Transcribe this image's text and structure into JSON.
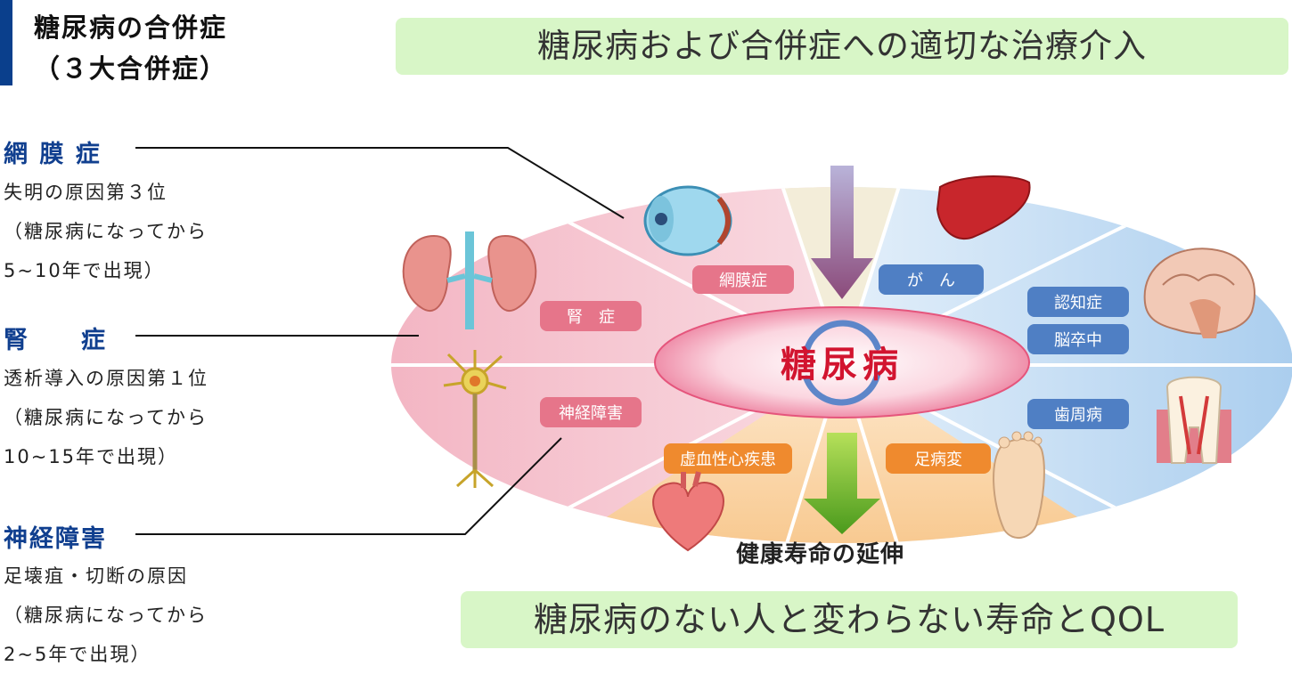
{
  "header": {
    "title_line1": "糖尿病の合併症",
    "title_line2": "（３大合併症）"
  },
  "banners": {
    "top": "糖尿病および合併症への適切な治療介入",
    "bottom": "糖尿病のない人と変わらない寿命とQOL"
  },
  "complications": [
    {
      "name": "網 膜 症",
      "lines": [
        "失明の原因第３位",
        "（糖尿病になってから",
        "5~10年で出現）"
      ]
    },
    {
      "name": "腎　　症",
      "lines": [
        "透析導入の原因第１位",
        "（糖尿病になってから",
        "10~15年で出現）"
      ]
    },
    {
      "name": "神経障害",
      "lines": [
        "足壊疽・切断の原因",
        "（糖尿病になってから",
        "2~5年で出現）"
      ]
    }
  ],
  "diagram": {
    "center": "糖尿病",
    "segment_labels": {
      "retina": "網膜症",
      "kidney": "腎　症",
      "nerve": "神経障害",
      "heart": "虚血性心疾患",
      "foot": "足病変",
      "cancer": "が　ん",
      "dementia": "認知症",
      "stroke": "脳卒中",
      "periodontal": "歯周病"
    },
    "footer": "健康寿命の延伸"
  },
  "colors": {
    "accent_blue": "#0a3f8c",
    "banner_green": "#d8f6c7",
    "pink_label": "#e6758a",
    "blue_label": "#4f7fc4",
    "orange_label": "#ef8a2e",
    "center_red": "#d2142f"
  },
  "icons": [
    "eye-icon",
    "kidney-icon",
    "neuron-icon",
    "heart-icon",
    "foot-icon",
    "liver-icon",
    "brain-icon",
    "tooth-icon"
  ]
}
